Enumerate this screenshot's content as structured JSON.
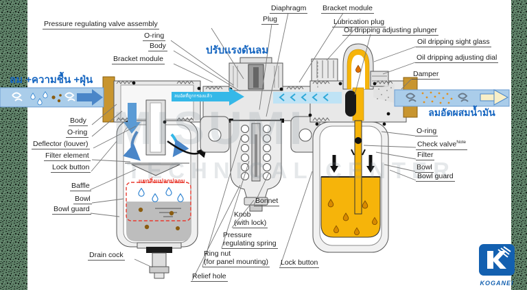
{
  "labels": {
    "pressure_regulating_valve_assembly": "Pressure regulating valve assembly",
    "o_ring_top": "O-ring",
    "body_top": "Body",
    "bracket_module_left": "Bracket module",
    "diaphragm": "Diaphragm",
    "plug": "Plug",
    "bracket_module_right": "Bracket module",
    "lubrication_plug": "Lubrication plug",
    "oil_dripping_adjusting_plunger": "Oil dripping adjusting plunger",
    "oil_dripping_sight_glass": "Oil dripping sight glass",
    "oil_dripping_adjusting_dial": "Oil dripping adjusting dial",
    "damper": "Damper",
    "o_ring_right": "O-ring",
    "check_valve": "Check valve",
    "check_valve_note": "Note",
    "filter_right": "Filter",
    "bowl_right": "Bowl",
    "bowl_guard_right": "Bowl guard",
    "body_left": "Body",
    "o_ring_left": "O-ring",
    "deflector": "Deflector (louver)",
    "filter_element": "Filter element",
    "lock_button_left": "Lock button",
    "baffle": "Baffle",
    "bowl_left": "Bowl",
    "bowl_guard_left": "Bowl guard",
    "drain_cock": "Drain cock",
    "bonnet": "Bonnet",
    "knob_line1": "Knob",
    "knob_line2": "(with lock)",
    "spring_line1": "Pressure",
    "spring_line2": "regulating spring",
    "ring_nut_line1": "Ring nut",
    "ring_nut_line2": "(for panel mounting)",
    "lock_button_bottom": "Lock button",
    "relief_hole": "Relief hole"
  },
  "thai": {
    "inlet": "ลม +ความชื้น +ฝุ่น",
    "regulator": "ปรับแรงดันลม",
    "outlet": "ลมอัดผสมน้ำมัน",
    "filtered_air": "ลมอัดที่ถูกกรองแล้ว",
    "separate_contaminants": "แยกสิ่งแปลกปลอม"
  },
  "watermark": {
    "line1": "MISUMI",
    "line2": "TECHNICAL CENTER"
  },
  "logo": {
    "brand": "KOGANEI"
  },
  "colors": {
    "thai_blue": "#1565c0",
    "flow_band_blue": "#aacdea",
    "flow_arrow_blue": "#4a86c8",
    "cyan_arrow": "#35b8e8",
    "oil_yellow": "#f6b40a",
    "gold_fitting": "#c8952f",
    "alert_red": "#e8392e",
    "logo_blue": "#1360b0",
    "border_green": "#5d7f66"
  }
}
